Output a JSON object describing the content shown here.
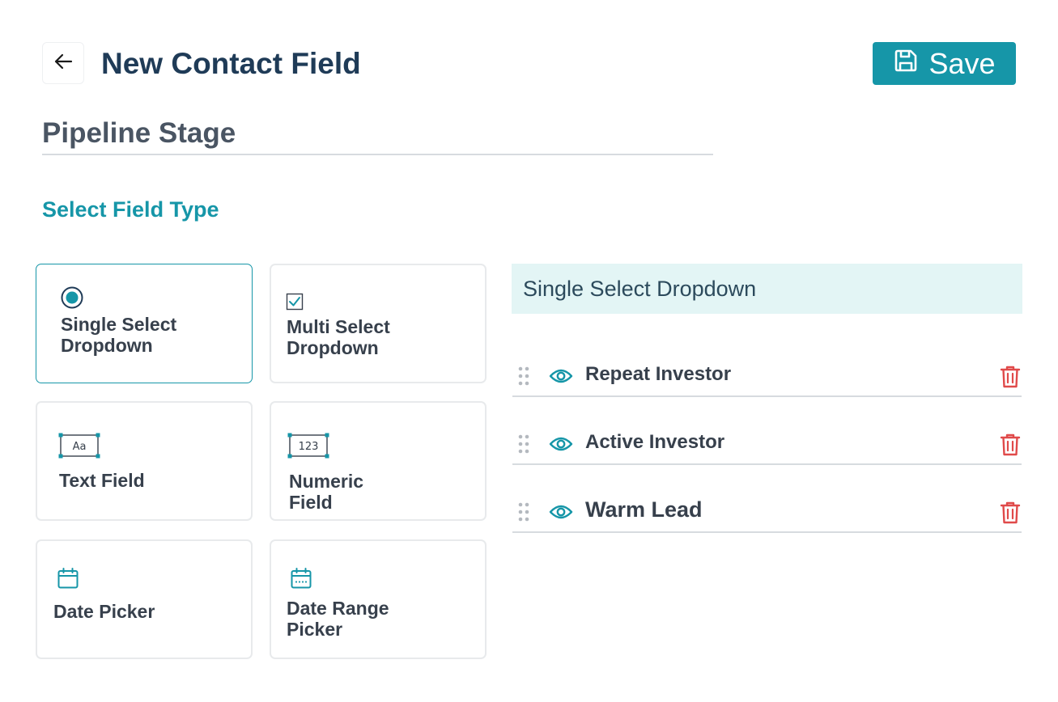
{
  "header": {
    "title": "New Contact Field",
    "save_label": "Save",
    "back_icon": "arrow-left-icon",
    "save_icon": "floppy-disk-icon"
  },
  "field": {
    "name_value": "Pipeline Stage"
  },
  "section": {
    "title": "Select Field Type"
  },
  "field_types": [
    {
      "label": "Single Select Dropdown",
      "icon": "radio-selected-icon",
      "selected": true
    },
    {
      "label": "Multi Select Dropdown",
      "icon": "checkbox-icon",
      "selected": false
    },
    {
      "label": "Text Field",
      "icon": "text-field-icon",
      "selected": false
    },
    {
      "label": "Numeric Field",
      "icon": "numeric-field-icon",
      "selected": false
    },
    {
      "label": "Date Picker",
      "icon": "calendar-icon",
      "selected": false
    },
    {
      "label": "Date Range Picker",
      "icon": "calendar-range-icon",
      "selected": false
    }
  ],
  "options_panel": {
    "title": "Single Select Dropdown",
    "options": [
      {
        "label": "Repeat Investor"
      },
      {
        "label": "Active Investor"
      },
      {
        "label": "Warm Lead"
      }
    ]
  },
  "colors": {
    "accent": "#1696a8",
    "title": "#1f3b57",
    "delete": "#e04a4a",
    "panel_bg": "#e3f5f5"
  }
}
